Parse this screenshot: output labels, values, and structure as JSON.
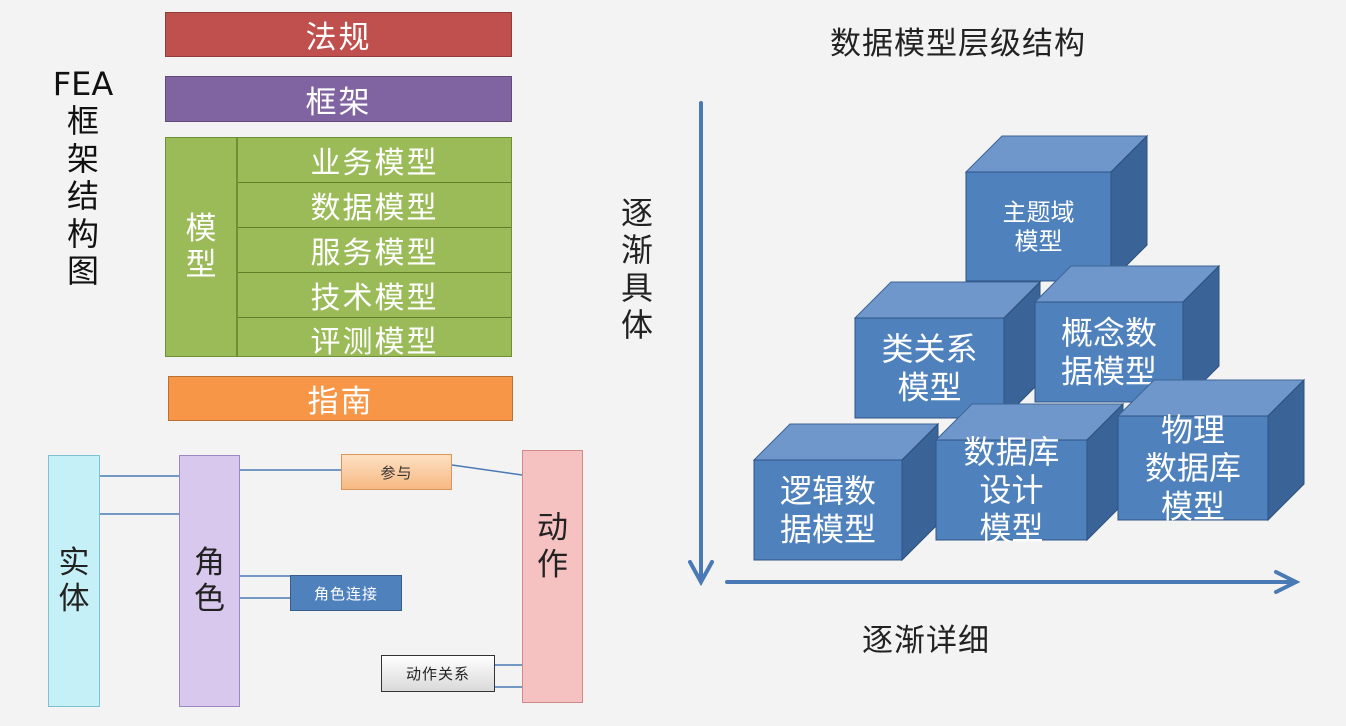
{
  "fea": {
    "side_title": [
      "FEA",
      "框",
      "架",
      "结",
      "构",
      "图"
    ],
    "laws": "法规",
    "framework": "框架",
    "model_side": [
      "模",
      "型"
    ],
    "models": [
      "业务模型",
      "数据模型",
      "服务模型",
      "技术模型",
      "评测模型"
    ],
    "guide": "指南"
  },
  "entity_diagram": {
    "entity": [
      "实",
      "体"
    ],
    "role": [
      "角",
      "色"
    ],
    "action": [
      "动",
      "作"
    ],
    "participate": "参与",
    "role_connection": "角色连接",
    "action_relation": "动作关系"
  },
  "hierarchy": {
    "title": "数据模型层级结构",
    "vertical_label": [
      "逐",
      "渐",
      "具",
      "体"
    ],
    "horizontal_label": "逐渐详细",
    "cubes": [
      {
        "lines": [
          "主题域",
          "模型"
        ]
      },
      {
        "lines": [
          "类关系",
          "模型"
        ]
      },
      {
        "lines": [
          "概念数",
          "据模型"
        ]
      },
      {
        "lines": [
          "逻辑数",
          "据模型"
        ]
      },
      {
        "lines": [
          "数据库",
          "设计",
          "模型"
        ]
      },
      {
        "lines": [
          "物理",
          "数据库",
          "模型"
        ]
      }
    ]
  },
  "colors": {
    "laws": "#c0504d",
    "framework": "#8064a2",
    "models": "#9bbb59",
    "guide": "#f79646",
    "entity": "#c6f0f7",
    "role": "#d9c8ee",
    "action": "#f6c1c1",
    "cube_front": "#4f81bd",
    "arrow": "#4a7ab5"
  }
}
